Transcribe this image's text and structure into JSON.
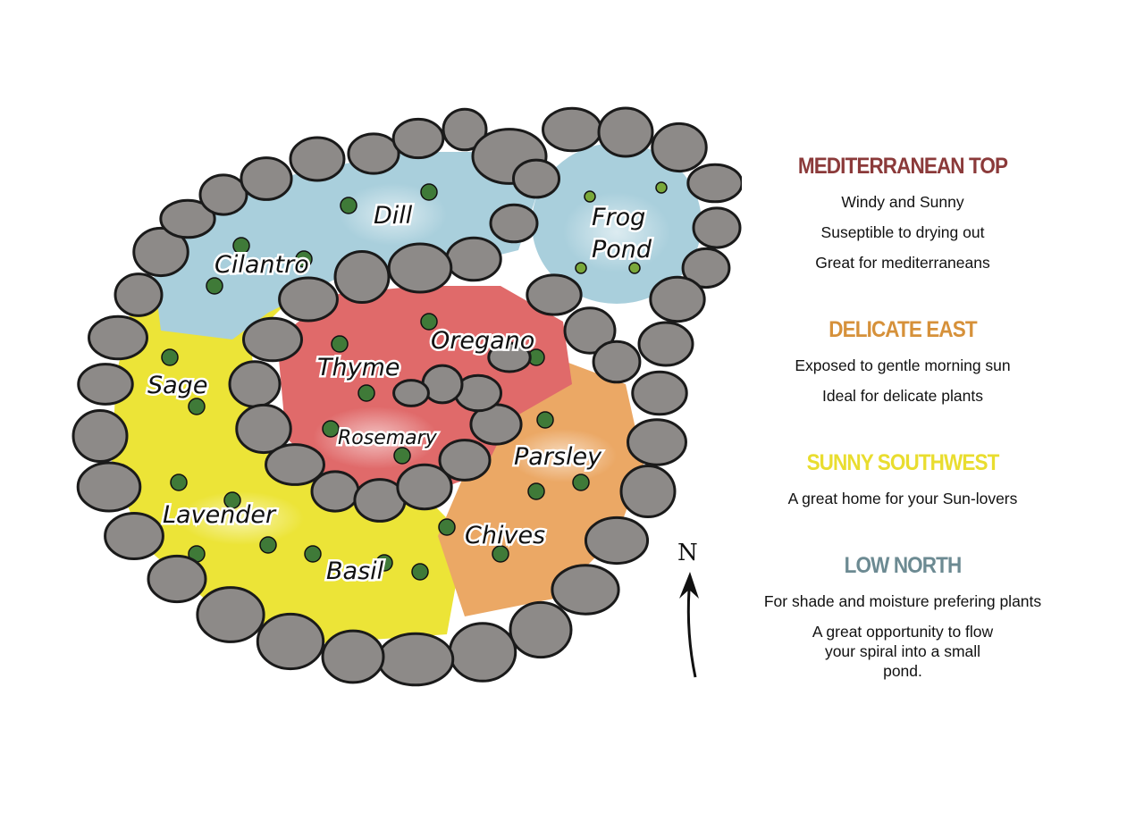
{
  "colors": {
    "blue": "#a9cfdc",
    "yellow": "#ece437",
    "red": "#e06a6a",
    "orange": "#eba865",
    "stone": "#8d8a88"
  },
  "plants": {
    "dill": "Dill",
    "cilantro": "Cilantro",
    "frog": "Frog",
    "pond": "Pond",
    "sage": "Sage",
    "thyme": "Thyme",
    "oregano": "Oregano",
    "rosemary": "Rosemary",
    "parsley": "Parsley",
    "lavender": "Lavender",
    "chives": "Chives",
    "basil": "Basil"
  },
  "compass": {
    "label": "N"
  },
  "legend": [
    {
      "title": "MEDITERRANEAN TOP",
      "color": "#8b3a3a",
      "lines": [
        "Windy and Sunny",
        "Suseptible to drying out",
        "Great for mediterraneans"
      ]
    },
    {
      "title": "DELICATE EAST",
      "color": "#d6913a",
      "lines": [
        "Exposed to gentle morning sun",
        "Ideal for delicate plants"
      ]
    },
    {
      "title": "SUNNY SOUTHWEST",
      "color": "#e9dd2f",
      "lines": [
        "A great home for your Sun-lovers"
      ]
    },
    {
      "title": "LOW NORTH",
      "color": "#6c8a92",
      "lines": [
        "For shade and moisture prefering plants",
        "A great opportunity to flow your spiral into a small pond."
      ]
    }
  ]
}
